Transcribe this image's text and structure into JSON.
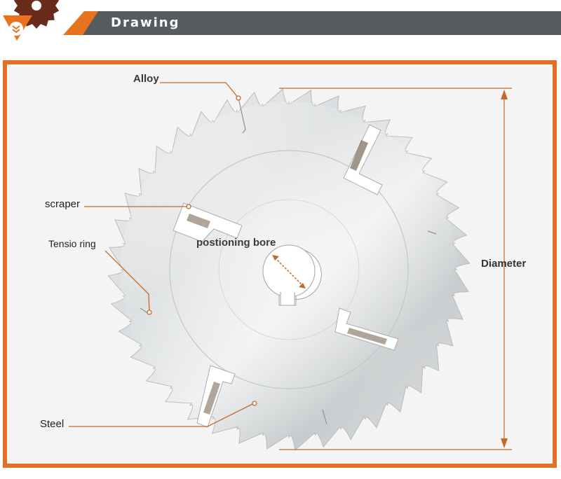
{
  "header": {
    "title": "Drawing"
  },
  "colors": {
    "accent": "#e0702a",
    "header_bar": "#565b5d",
    "label_text": "#333333",
    "blade": "#d6d9db"
  },
  "annotations": {
    "alloy": "Alloy",
    "scraper": "scraper",
    "tension_ring": "Tensio ring",
    "positioning_bore": "postioning bore",
    "diameter": "Diameter",
    "steel": "Steel"
  }
}
